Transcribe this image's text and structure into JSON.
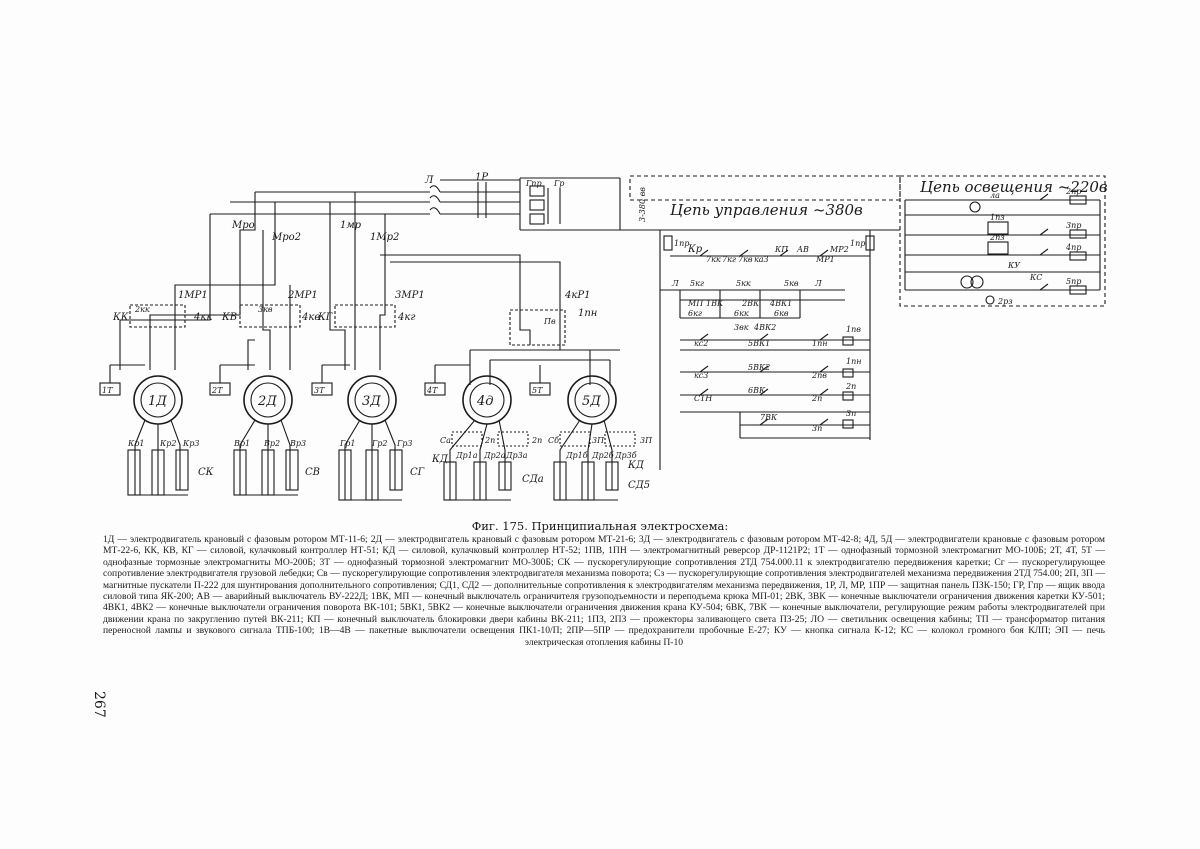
{
  "diagram": {
    "control_circuit_label": "Цепь управления ~380в",
    "lighting_circuit_label": "Цепь освещения ~220в",
    "motors": [
      "1Д",
      "2Д",
      "3Д",
      "4д",
      "5Д"
    ],
    "top_labels": [
      "Л",
      "1Р",
      "Гпр",
      "Гр",
      "3-380 вв"
    ],
    "feeder_labels": [
      "Мро",
      "Мро2",
      "1мр",
      "1Мр2",
      "1МР1",
      "2МР1",
      "3МР1",
      "4кР1",
      "1пн",
      "Пв"
    ],
    "controller_labels": [
      "КК",
      "КВ",
      "КГ",
      "4кк",
      "4кв",
      "4кг",
      "2кк",
      "3кв"
    ],
    "resistor_group_labels": [
      "СК",
      "СВ",
      "СГ",
      "СДа",
      "СД5"
    ],
    "resistor_tap_labels": [
      "Кр1",
      "Кр2",
      "Кр3",
      "Вр1",
      "Вр2",
      "Вр3",
      "Гр1",
      "Гр2",
      "Гр3",
      "Др1а",
      "Др2а",
      "Др3а",
      "Др1б",
      "Др2б",
      "Др3б"
    ],
    "aux_labels": [
      "Сa",
      "2п",
      "2п",
      "Сб",
      "3П",
      "3П",
      "КД",
      "КД"
    ],
    "brake_labels": [
      "1Т",
      "2Т",
      "3Т",
      "4Т",
      "5Т"
    ],
    "control_labels": [
      "1пр",
      "Кр",
      "7кк",
      "7кг",
      "7кв",
      "ка3",
      "КП",
      "АВ",
      "МР1",
      "МР2",
      "1пр",
      "Л",
      "5кг",
      "5кк",
      "5кв",
      "Л",
      "МП",
      "1ВК",
      "2ВК",
      "4ВК1",
      "6кг",
      "6кк",
      "6кв",
      "3вк",
      "4ВК2",
      "кс2",
      "5ВК1",
      "1пн",
      "1пв",
      "кс3",
      "5ВК2",
      "2пв",
      "1пн",
      "С1Н",
      "6ВК",
      "2п",
      "2п",
      "7ВК",
      "3п",
      "3п"
    ],
    "lighting_labels": [
      "ла",
      "2пр",
      "1пз",
      "2пз",
      "3пр",
      "4пр",
      "КУ",
      "КС",
      "5пр",
      "2рз"
    ]
  },
  "caption": {
    "title": "Фиг. 175. Принципиальная электросхема:",
    "body": "1Д — электродвигатель крановый с фазовым ротором МТ-11-6; 2Д — электродвигатель крановый с фазовым ротором МТ-21-6; 3Д — электродвигатель с фазовым ротором МТ-42-8; 4Д, 5Д — электродвигатели крановые с фазовым ротором МТ-22-6, КК, КВ, КГ — силовой, кулачковый контроллер НТ-51; КД — силовой, кулачковый контроллер НТ-52; 1ПВ, 1ПН — электромагнитный реверсор ДР-1121Р2; 1Т — однофазный тормозной электромагнит МО-100Б; 2Т, 4Т, 5Т — однофазные тормозные электромагниты МО-200Б; 3Т — однофазный тормозной электромагнит МО-300Б; СК — пускорегулирующие сопротивления 2ТД 754.000.11 к электродвигателю передвижения каретки; Сг — пускорегулирующее сопротивление электродвигателя грузовой лебедки; Св — пускорегулирующие сопротивления электродвигателя механизма поворота; Сз — пускорегулирующие сопротивления электродвигателей механизма передвижения 2ТД 754.00; 2П, 3П — магнитные пускатели П-222 для шунтирования дополнительного сопротивления; СД1, СД2 — дополнительные сопротивления к электродвигателям механизма передвижения, 1Р, Л, МР, 1ПР — защитная панель ПЗК-150; ГР, Гпр — ящик ввода силовой типа ЯК-200; АВ — аварийный выключатель ВУ-222Д; 1ВК, МП — конечный выключатель ограничителя грузоподъемности и переподъема крюка МП-01; 2ВК, 3ВК — конечные выключатели ограничения движения каретки КУ-501; 4ВК1, 4ВК2 — конечные выключатели ограничения поворота ВК-101; 5ВК1, 5ВК2 — конечные выключатели ограничения движения крана КУ-504; 6ВК, 7ВК — конечные выключатели, регулирующие режим работы электродвигателей при движении крана по закруглению путей ВК-211; КП — конечный выключатель блокировки двери кабины ВК-211; 1ПЗ, 2ПЗ — прожекторы заливающего света ПЗ-25; ЛО — светильник освещения кабины; ТП — трансформатор питания переносной лампы и звукового сигнала ТПБ-100; 1В—4В — пакетные выключатели освещения ПК1-10/П; 2ПР—5ПР — предохранители пробочные Е-27; КУ — кнопка сигнала К-12; КС — колокол громного боя КЛП; ЭП — печь электрическая отопления кабины П-10"
  },
  "page_number": "267"
}
